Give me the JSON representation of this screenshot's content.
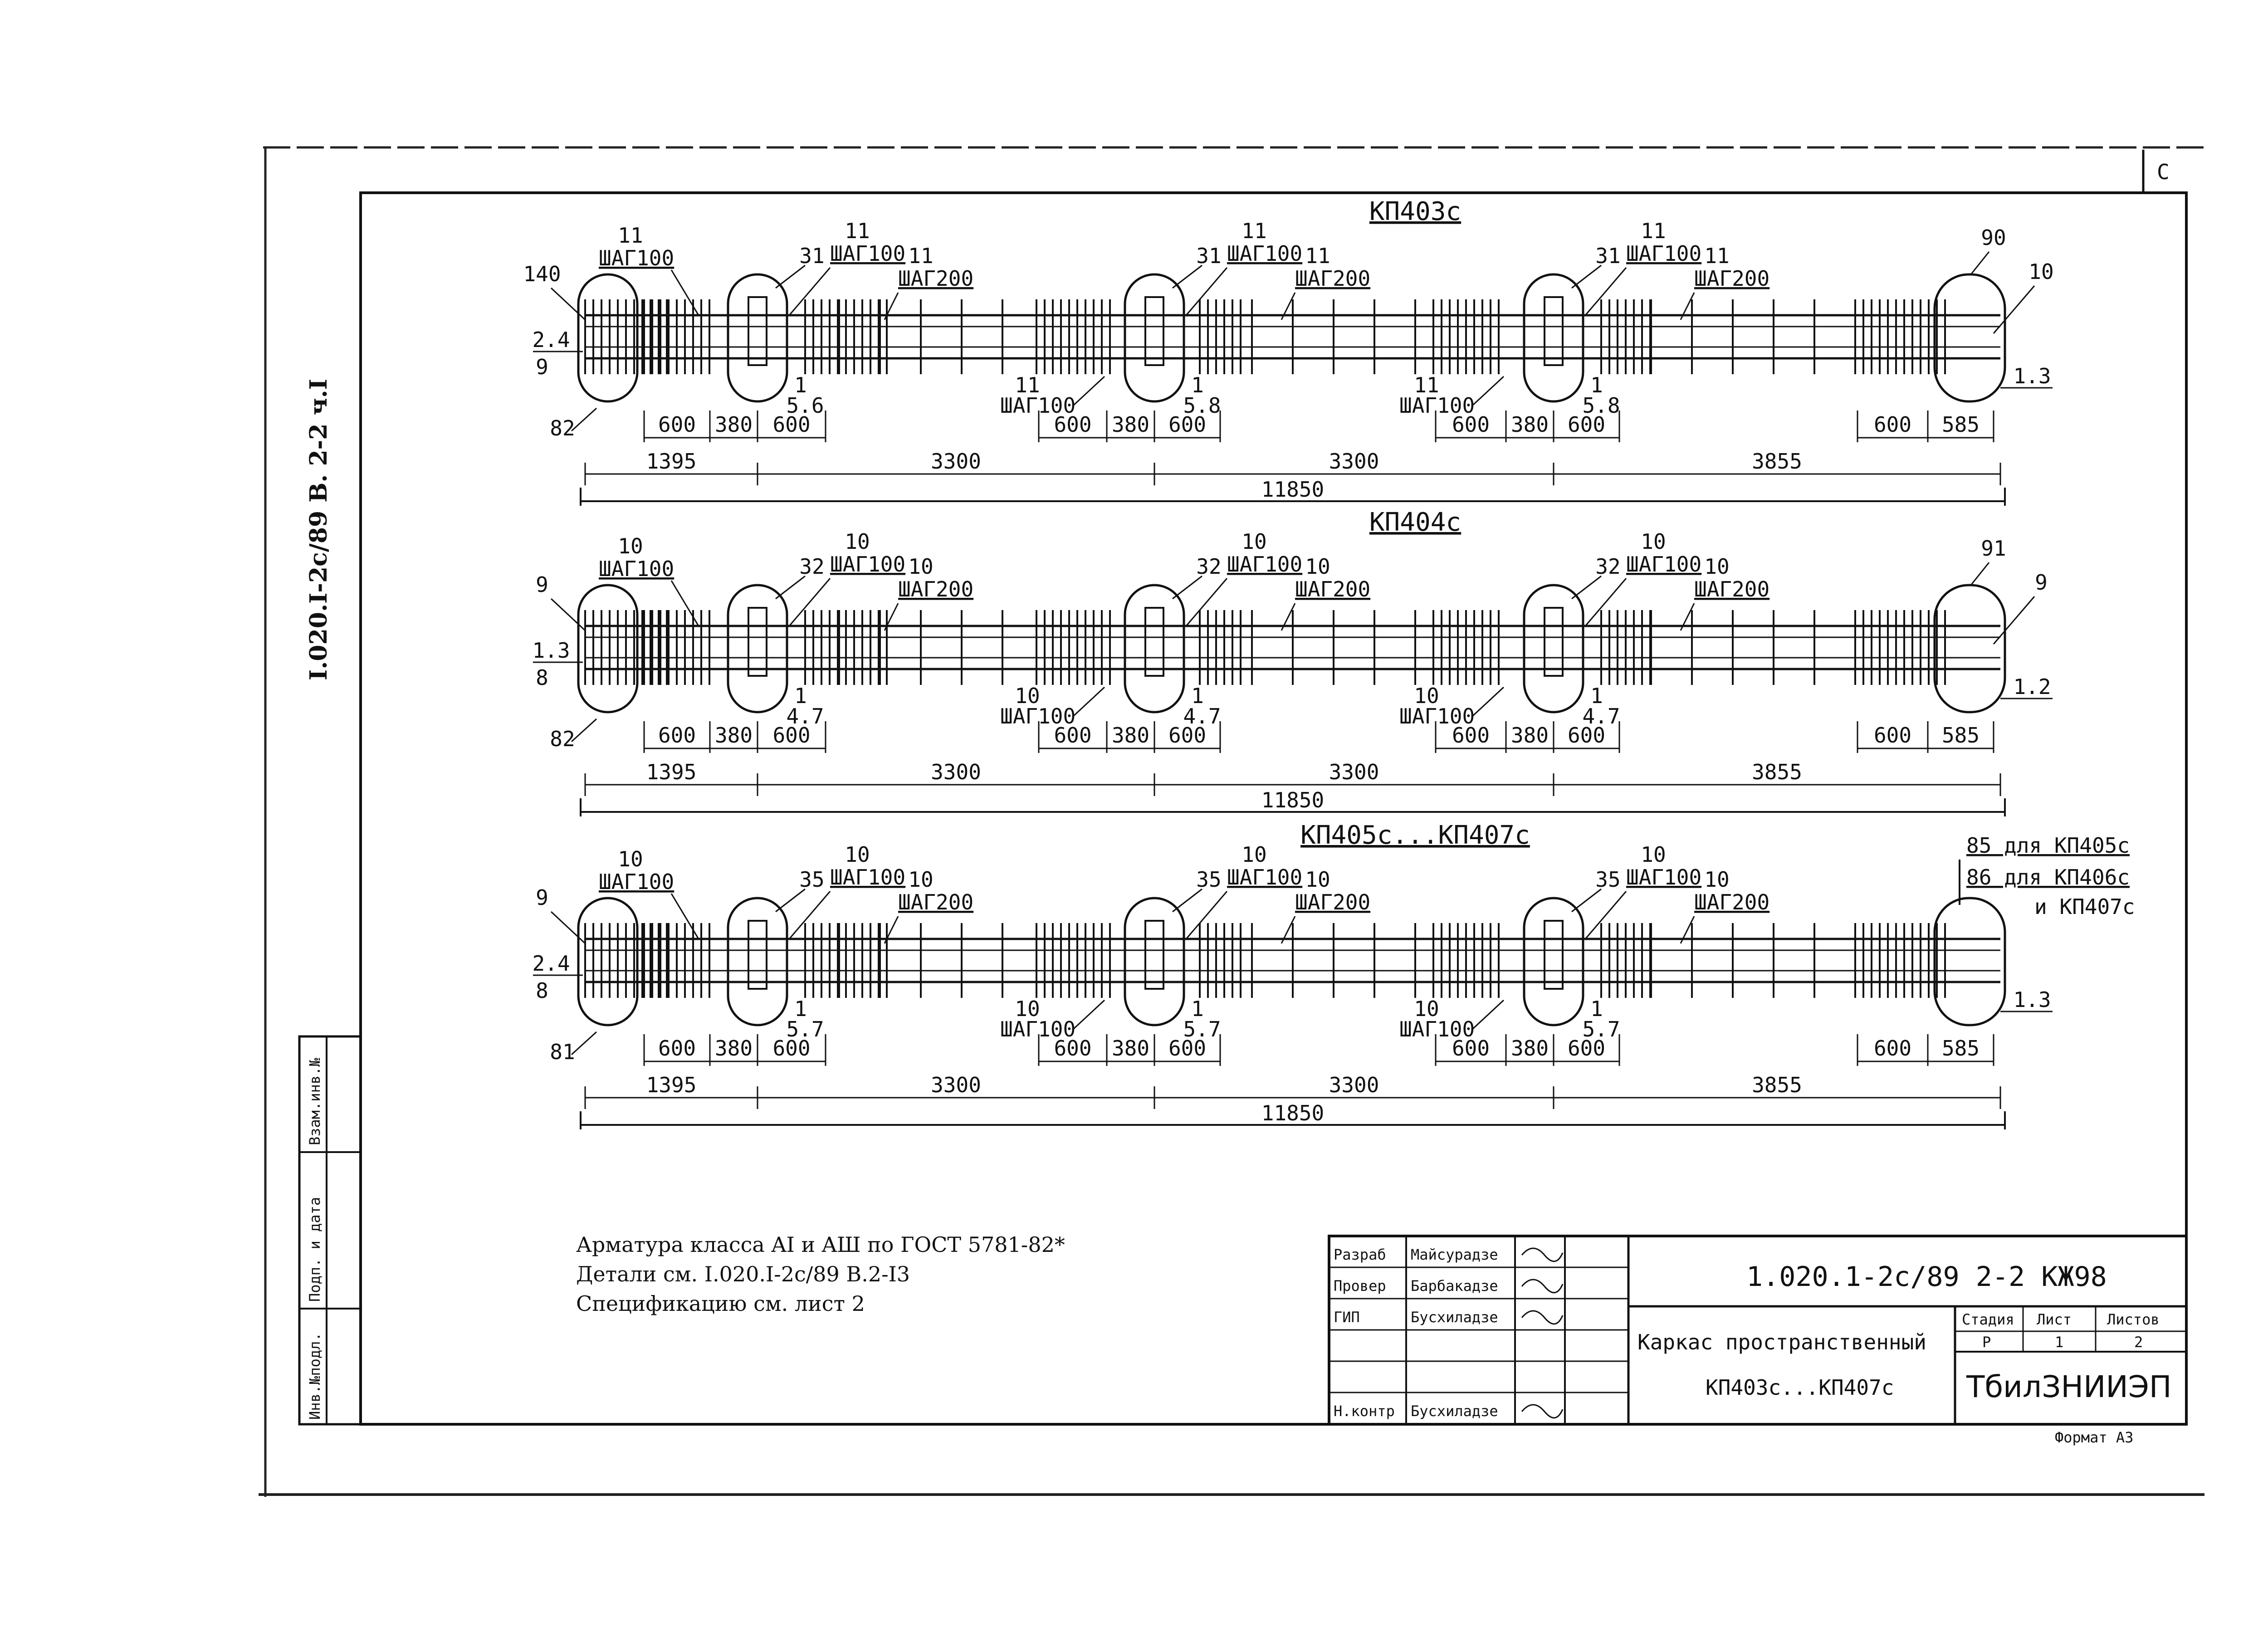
{
  "side_code": "I.020.I-2с/89 В. 2-2 ч.I",
  "corner_mark": "С",
  "frames": [
    {
      "title": "КП403с",
      "end_left_code": "140",
      "end_left_side": "2.4",
      "end_left_under": "9",
      "end_left_bottom": "82",
      "end_right_code": "90",
      "end_right_bar": "10",
      "end_right_side": "1.3",
      "stirrup_code": "31",
      "bar_top": "11",
      "bar_under_stirrup": "1",
      "stirrup_note": [
        "5.6",
        "5.8",
        "5.8"
      ],
      "steps": {
        "s100": "ШАГ100",
        "s200": "ШАГ200"
      },
      "dims_small": [
        "600",
        "380",
        "600",
        "585"
      ],
      "dims_spans": [
        "1395",
        "3300",
        "3300",
        "3855"
      ],
      "dim_total": "11850"
    },
    {
      "title": "КП404с",
      "end_left_code": "9",
      "end_left_side": "1.3",
      "end_left_under": "8",
      "end_left_bottom": "82",
      "end_right_code": "91",
      "end_right_bar": "9",
      "end_right_side": "1.2",
      "stirrup_code": "32",
      "bar_top": "10",
      "bar_under_stirrup": "1",
      "stirrup_note": [
        "4.7",
        "4.7",
        "4.7"
      ],
      "steps": {
        "s100": "ШАГ100",
        "s200": "ШАГ200"
      },
      "dims_small": [
        "600",
        "380",
        "600",
        "585"
      ],
      "dims_spans": [
        "1395",
        "3300",
        "3300",
        "3855"
      ],
      "dim_total": "11850"
    },
    {
      "title": "КП405с...КП407с",
      "end_left_code": "9",
      "end_left_side": "2.4",
      "end_left_under": "8",
      "end_left_bottom": "81",
      "end_right_code": "",
      "end_right_bar": "",
      "end_right_side": "1.3",
      "stirrup_code": "35",
      "bar_top": "10",
      "bar_under_stirrup": "1",
      "stirrup_note": [
        "5.7",
        "5.7",
        "5.7"
      ],
      "steps": {
        "s100": "ШАГ100",
        "s200": "ШАГ200"
      },
      "dims_small": [
        "600",
        "380",
        "600",
        "585"
      ],
      "dims_spans": [
        "1395",
        "3300",
        "3300",
        "3855"
      ],
      "dim_total": "11850"
    }
  ],
  "right_notes": [
    "85 для КП405с",
    "86 для КП406с",
    "и КП407с"
  ],
  "notes": [
    "Арматура класса AI и AШ по ГОСТ 5781-82*",
    "Детали см. I.020.I-2с/89 В.2-I3",
    "Спецификацию см. лист 2"
  ],
  "left_stamp": [
    "Инв.№подл.",
    "Подп. и дата",
    "Взам.инв.№"
  ],
  "title_block": {
    "roles": [
      "Разраб",
      "Провер",
      "ГИП",
      "",
      "",
      "Н.контр"
    ],
    "names": [
      "Майсурадзе",
      "Барбакадзе",
      "Бусхиладзе",
      "",
      "",
      "Бусхиладзе"
    ],
    "doc_code": "1.020.1-2с/89  2-2  КЖ98",
    "product_line1": "Каркас пространственный",
    "product_line2": "КП403с...КП407с",
    "col_stage": "Стадия",
    "col_sheet": "Лист",
    "col_sheets": "Листов",
    "val_stage": "Р",
    "val_sheet": "1",
    "val_sheets": "2",
    "org": "ТбилЗНИИЭП",
    "format": "Формат А3"
  }
}
